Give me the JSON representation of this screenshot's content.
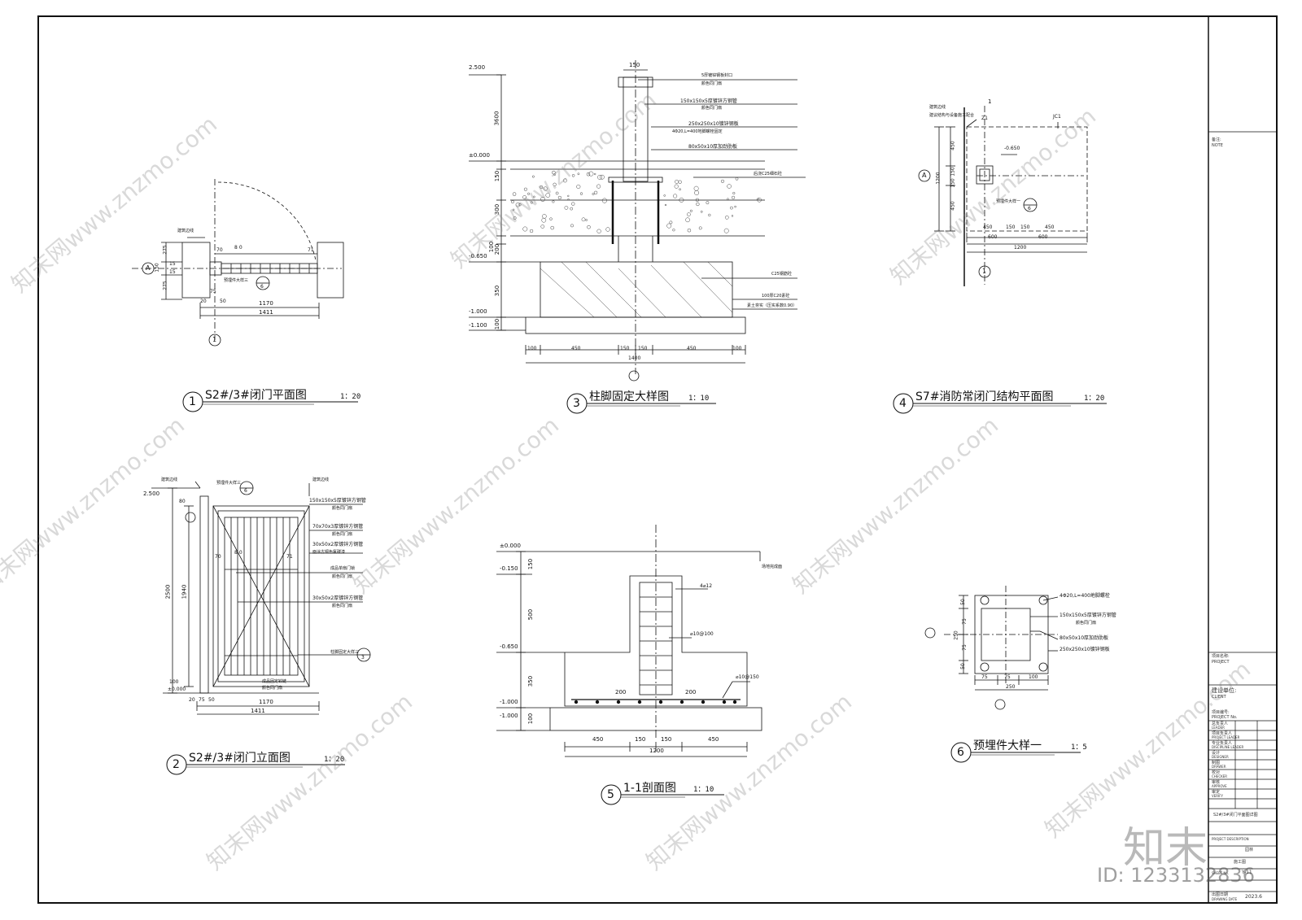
{
  "drawings": {
    "d1": {
      "num": "1",
      "title": "S2#/3#闭门平面图",
      "scale": "1：20"
    },
    "d2": {
      "num": "2",
      "title": "S2#/3#闭门立面图",
      "scale": "1：20"
    },
    "d3": {
      "num": "3",
      "title": "柱脚固定大样图",
      "scale": "1：10"
    },
    "d4": {
      "num": "4",
      "title": "S7#消防常闭门结构平面图",
      "scale": "1：20"
    },
    "d5": {
      "num": "5",
      "title": "1-1剖面图",
      "scale": "1：10"
    },
    "d6": {
      "num": "6",
      "title": "预埋件大样一",
      "scale": "1：5"
    }
  },
  "plan1": {
    "axis_a": "A",
    "axis_1": "1",
    "wall_note": "建筑边线",
    "embed_note": "预埋件大样三",
    "embed_num": "6",
    "d275a": "275",
    "d150": "150",
    "d275b": "275",
    "d15a": "15",
    "d15b": "15",
    "d70": "70",
    "d80": "80",
    "d71": "71",
    "d20": "20",
    "d75": "75",
    "d50": "50",
    "d1170": "1170",
    "d1411": "1411"
  },
  "elev2": {
    "lvl_2500": "2.500",
    "lvl_000": "±0.000",
    "wall_note_l": "建筑边线",
    "wall_note_r": "建筑边线",
    "embed_note": "预埋件大样三",
    "embed_num": "6",
    "detail_note": "柱脚固定大样三",
    "detail_num": "3",
    "n1a": "150x150x5厚镀锌方钢管",
    "n1b": "颜色同门扇",
    "n2a": "70x70x3厚镀锌方钢管",
    "n2b": "颜色同门扇",
    "n3a": "30x50x2厚镀锌方钢管",
    "n3b": "面涂古铜色氟碳漆",
    "n4a": "成品单扇门锁",
    "n4b": "颜色同门扇",
    "n5a": "30x50x2厚镀锌方钢管",
    "n5b": "颜色同门扇",
    "n6a": "成品固定铰链",
    "n6b": "颜色同门扇",
    "d2500": "2500",
    "d1940": "1940",
    "d80": "80",
    "d100": "100",
    "d20": "20",
    "d75": "75",
    "d50": "50",
    "d1170": "1170",
    "d1411": "1411",
    "d70": "70",
    "d80b": "80",
    "d71": "71"
  },
  "detail3": {
    "lvl_2500": "2.500",
    "lvl_000": "±0.000",
    "lvl_0650": "-0.650",
    "lvl_1000": "-1.000",
    "lvl_1100": "-1.100",
    "d150top": "150",
    "d3600": "3600",
    "d150": "150",
    "d300": "300",
    "d200": "200",
    "d100": "100",
    "d350": "350",
    "d100b": "100",
    "n1a": "5厚镀锌钢板封口",
    "n1b": "颜色同门扇",
    "n2a": "150x150x5厚镀锌方钢管",
    "n2b": "颜色同门扇",
    "n3a": "250x250x10镀锌钢板",
    "n3b": "4Φ20,L=400地脚螺栓固定",
    "n4": "80x50x10厚加劲肋板",
    "n5": "后浇C25细石砼",
    "n6": "C25钢筋砼",
    "n7": "100厚C20素砼",
    "n8": "素土夯实（压实系数0.90）",
    "b100a": "100",
    "b450a": "450",
    "b150a": "150",
    "b150b": "150",
    "b450b": "450",
    "b100b": "100",
    "b1400": "1400"
  },
  "plan4": {
    "axis_a": "A",
    "axis_1": "1",
    "sec": "1",
    "z1": "Z1",
    "jc1": "JC1",
    "lvl": "-0.650",
    "note1": "建筑边线",
    "note2": "建议结构与设备施工配合",
    "embed_note": "预埋件大样一",
    "embed_num": "6",
    "v450a": "450",
    "v150a": "150",
    "v150b": "150",
    "v450b": "450",
    "v1200": "1200",
    "h450a": "450",
    "h150a": "150",
    "h150b": "150",
    "h450b": "450",
    "h600a": "600",
    "h600b": "600",
    "h1200": "1200"
  },
  "sect5": {
    "lvl_000": "±0.000",
    "lvl_0150": "-0.150",
    "lvl_0650": "-0.650",
    "lvl_1000": "-1.000",
    "lvl_1100": "-1.000",
    "d150": "150",
    "d500": "500",
    "d350": "350",
    "d100": "100",
    "n_top": "场地完成面",
    "n_bar": "4⌀12",
    "n_stir1": "⌀10@100",
    "n_stir2": "⌀10@150",
    "w200a": "200",
    "w200b": "200",
    "b450a": "450",
    "b150a": "150",
    "b150b": "150",
    "b450b": "450",
    "b1200": "1200"
  },
  "detail6": {
    "n1": "4Φ20,L=400地脚螺栓",
    "n2": "150x150x5厚镀锌方钢管",
    "n2b": "颜色同门扇",
    "n3": "80x50x10厚加劲肋板",
    "n4": "250x250x10镀锌钢板",
    "v50a": "50",
    "v75a": "75",
    "v250": "250",
    "v75b": "75",
    "v50b": "50",
    "h75a": "75",
    "h75b": "75",
    "h100": "100",
    "h250": "250"
  },
  "titleblock": {
    "note_cn": "备注:",
    "note_en": "NOTE",
    "project_cn": "项目名称:",
    "project_en": "PROJECT",
    "client_cn": "建设单位:",
    "client_en": "CLIENT",
    "projno_cn": "项目编号:",
    "projno_en": "PROJECT No.",
    "r1": "总负责人",
    "r1e": "LEADER",
    "r2": "项目负责人",
    "r2e": "PROJECT LEADER",
    "r3": "专业负责人",
    "r3e": "DISCIPLINE LEADER",
    "r4": "设计",
    "r4e": "DESIGNER",
    "r5": "制图",
    "r5e": "DRAWER",
    "r6": "校对",
    "r6e": "CHECKER",
    "r7": "审核",
    "r7e": "APPROVE",
    "r8": "审定",
    "r8e": "VERIFY",
    "sheet_desc": "S2#/3#闭门平面图详图",
    "desc_en": "PROJECT DESCRIPTION",
    "stage": "施工图",
    "disc": "园林",
    "sheet_no": "Y-11",
    "date": "2023.6",
    "date_cn": "出图日期",
    "date_en": "DRAWING DATE",
    "sheetno_en": "SHEET No."
  },
  "watermark": {
    "text": "知末网www.znzmo.com",
    "brand": "知末",
    "id_text": "ID: 1233132836"
  }
}
